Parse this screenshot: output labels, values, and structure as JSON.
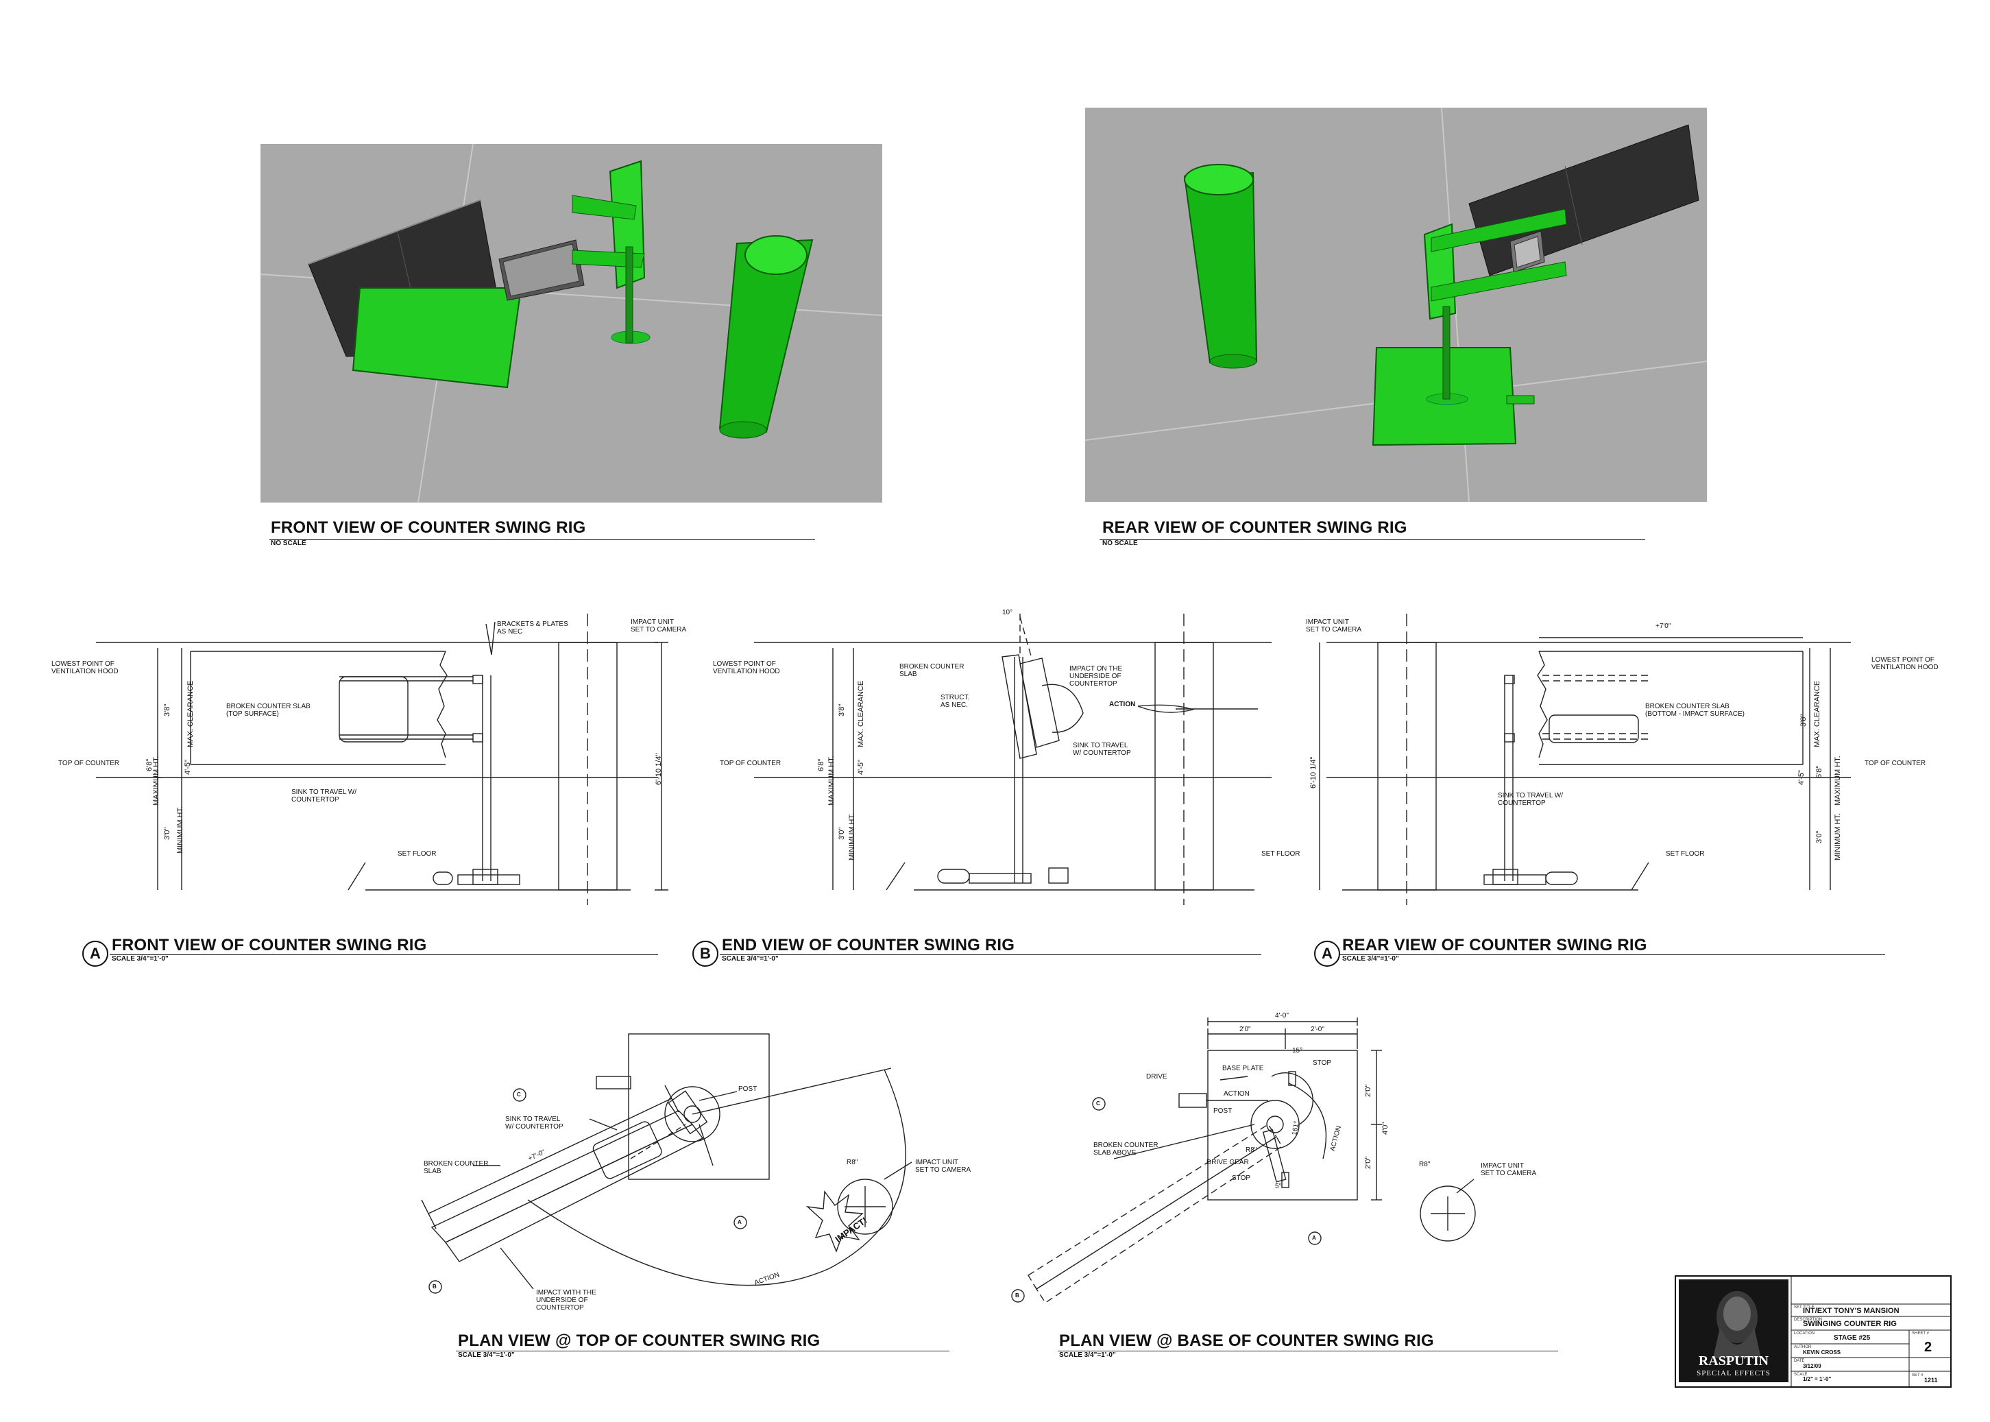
{
  "renders": {
    "front": {
      "title": "FRONT VIEW OF COUNTER SWING RIG",
      "scale": "NO SCALE"
    },
    "rear": {
      "title": "REAR VIEW OF COUNTER SWING RIG",
      "scale": "NO SCALE"
    }
  },
  "elevations": {
    "a": {
      "bubble": "A",
      "title": "FRONT VIEW OF COUNTER SWING RIG",
      "scale": "SCALE 3/4\"=1'-0\"",
      "notes": {
        "brackets": "BRACKETS & PLATES\nAS NEC",
        "impact": "IMPACT UNIT\nSET TO CAMERA",
        "lowest": "LOWEST POINT OF\nVENTILATION HOOD",
        "slab": "BROKEN COUNTER SLAB\n(TOP SURFACE)",
        "top": "TOP OF COUNTER",
        "sink": "SINK TO TRAVEL W/\nCOUNTERTOP",
        "floor": "SET FLOOR"
      },
      "dims": {
        "d1": "3'8\"",
        "d2": "6'8\"",
        "d3": "3'0\"",
        "d4": "6'-10 1/4\"",
        "d5": "4'-5\"",
        "maxclear": "MAX. CLEARANCE",
        "maxht": "MAXIMUM HT.",
        "minht": "MINIMUM HT."
      }
    },
    "b": {
      "bubble": "B",
      "title": "END VIEW OF COUNTER SWING RIG",
      "scale": "SCALE 3/4\"=1'-0\"",
      "notes": {
        "lowest": "LOWEST POINT OF\nVENTILATION HOOD",
        "slab": "BROKEN COUNTER\nSLAB",
        "impact": "IMPACT ON THE\nUNDERSIDE OF\nCOUNTERTOP",
        "struct": "STRUCT.\nAS NEC.",
        "action": "ACTION",
        "top": "TOP OF COUNTER",
        "sink": "SINK TO TRAVEL\nW/ COUNTERTOP",
        "floor": "SET FLOOR",
        "angle": "10°"
      },
      "dims": {
        "d1": "3'8\"",
        "d2": "6'8\"",
        "d3": "3'0\"",
        "d5": "4'-5\"",
        "maxclear": "MAX. CLEARANCE",
        "maxht": "MAXIMUM HT.",
        "minht": "MINIMUM HT."
      }
    },
    "c": {
      "bubble": "A",
      "title": "REAR VIEW OF COUNTER SWING RIG",
      "scale": "SCALE 3/4\"=1'-0\"",
      "notes": {
        "impact": "IMPACT UNIT\nSET TO CAMERA",
        "lowest": "LOWEST POINT OF\nVENTILATION HOOD",
        "slab": "BROKEN COUNTER SLAB\n(BOTTOM - IMPACT SURFACE)",
        "top": "TOP OF COUNTER",
        "sink": "SINK TO TRAVEL W/\nCOUNTERTOP",
        "floor": "SET FLOOR",
        "width": "+7'0\""
      },
      "dims": {
        "d1": "3'8\"",
        "d2": "6'8\"",
        "d3": "3'0\"",
        "d4": "6'-10 1/4\"",
        "d5": "4'-5\"",
        "maxclear": "MAX. CLEARANCE",
        "maxht": "MAXIMUM HT.",
        "minht": "MINIMUM HT."
      }
    }
  },
  "plans": {
    "top": {
      "title": "PLAN VIEW @ TOP OF COUNTER SWING RIG",
      "scale": "SCALE 3/4\"=1'-0\"",
      "notes": {
        "post": "POST",
        "sink": "SINK TO TRAVEL\nW/ COUNTERTOP",
        "slab": "BROKEN COUNTER\nSLAB",
        "r8": "R8\"",
        "impactunit": "IMPACT UNIT\nSET TO CAMERA",
        "impactword": "IMPACT!",
        "underside": "IMPACT WITH THE\nUNDERSIDE OF\nCOUNTERTOP",
        "action": "ACTION",
        "len": "+7'-0\""
      },
      "markers": {
        "a": "A",
        "b": "B",
        "c": "C"
      }
    },
    "base": {
      "title": "PLAN VIEW @ BASE OF COUNTER SWING RIG",
      "scale": "SCALE 3/4\"=1'-0\"",
      "notes": {
        "drive": "DRIVE",
        "baseplate": "BASE PLATE",
        "stop1": "STOP",
        "action1": "ACTION",
        "post": "POST",
        "slab": "BROKEN COUNTER\nSLAB ABOVE",
        "r8a": "R8\"",
        "drivegear": "DRIVE GEAR",
        "stop2": "STOP",
        "r8b": "R8\"",
        "impactunit": "IMPACT UNIT\nSET TO CAMERA",
        "action2": "ACTION",
        "a15": "15°",
        "a161": "161°",
        "a5": "5°"
      },
      "dims": {
        "w": "4'-0\"",
        "w1": "2'0\"",
        "w2": "2'-0\"",
        "h": "4'0\"",
        "h1": "2'0\"",
        "h2": "2'0\""
      },
      "markers": {
        "a": "A",
        "b": "B",
        "c": "C"
      }
    }
  },
  "titleblock": {
    "logo_line1": "RASPUTIN",
    "logo_line2": "SPECIAL EFFECTS",
    "set_title": "INT/EXT TONY'S MANSION",
    "description": "SWINGING COUNTER RIG",
    "location": "STAGE #25",
    "author": "KEVIN CROSS",
    "date": "3/12/09",
    "scale": "1/2\" = 1'-0\"",
    "sheet": "2",
    "set_no": "1211",
    "labels": {
      "set_title": "SET TITLE",
      "description": "DESCRIPTION",
      "location": "LOCATION",
      "author": "AUTHOR",
      "date": "DATE",
      "scale": "SCALE",
      "sheet": "SHEET #",
      "set_no": "SET #"
    }
  }
}
